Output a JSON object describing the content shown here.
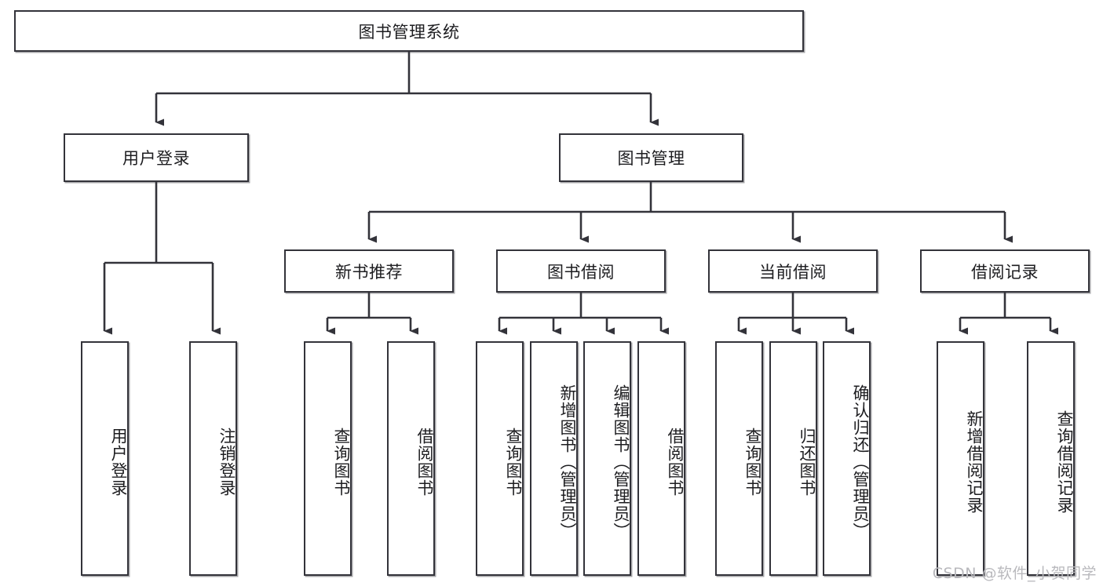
{
  "diagram": {
    "type": "tree-hierarchy-flowchart",
    "root": {
      "id": "root",
      "label": "图书管理系统"
    },
    "level2": [
      {
        "id": "user-login",
        "label": "用户登录"
      },
      {
        "id": "book-management",
        "label": "图书管理"
      }
    ],
    "level3": [
      {
        "id": "new-book-recommend",
        "label": "新书推荐",
        "parent": "book-management"
      },
      {
        "id": "book-borrow",
        "label": "图书借阅",
        "parent": "book-management"
      },
      {
        "id": "current-borrow",
        "label": "当前借阅",
        "parent": "book-management"
      },
      {
        "id": "borrow-record",
        "label": "借阅记录",
        "parent": "book-management"
      }
    ],
    "leaves": [
      {
        "id": "leaf-user-login",
        "label": "用户登录",
        "parent": "user-login"
      },
      {
        "id": "leaf-logout-login",
        "label": "注销登录",
        "parent": "user-login"
      },
      {
        "id": "leaf-query-book-1",
        "label": "查询图书",
        "parent": "new-book-recommend"
      },
      {
        "id": "leaf-borrow-book-1",
        "label": "借阅图书",
        "parent": "new-book-recommend"
      },
      {
        "id": "leaf-query-book-2",
        "label": "查询图书",
        "parent": "book-borrow"
      },
      {
        "id": "leaf-add-book",
        "label": "新增图书（管理员）",
        "parent": "book-borrow"
      },
      {
        "id": "leaf-edit-book",
        "label": "编辑图书（管理员）",
        "parent": "book-borrow"
      },
      {
        "id": "leaf-borrow-book-2",
        "label": "借阅图书",
        "parent": "book-borrow"
      },
      {
        "id": "leaf-query-book-3",
        "label": "查询图书",
        "parent": "current-borrow"
      },
      {
        "id": "leaf-return-book",
        "label": "归还图书",
        "parent": "current-borrow"
      },
      {
        "id": "leaf-confirm-return",
        "label": "确认归还（管理员）",
        "parent": "current-borrow"
      },
      {
        "id": "leaf-add-record",
        "label": "新增借阅记录",
        "parent": "borrow-record"
      },
      {
        "id": "leaf-query-record",
        "label": "查询借阅记录",
        "parent": "borrow-record"
      }
    ],
    "colors": {
      "stroke": "#33333a",
      "background": "#ffffff",
      "text": "#1d1d20",
      "watermark": "#b9b9bd"
    }
  },
  "watermark": {
    "text": "CSDN @软件_小贺同学"
  }
}
